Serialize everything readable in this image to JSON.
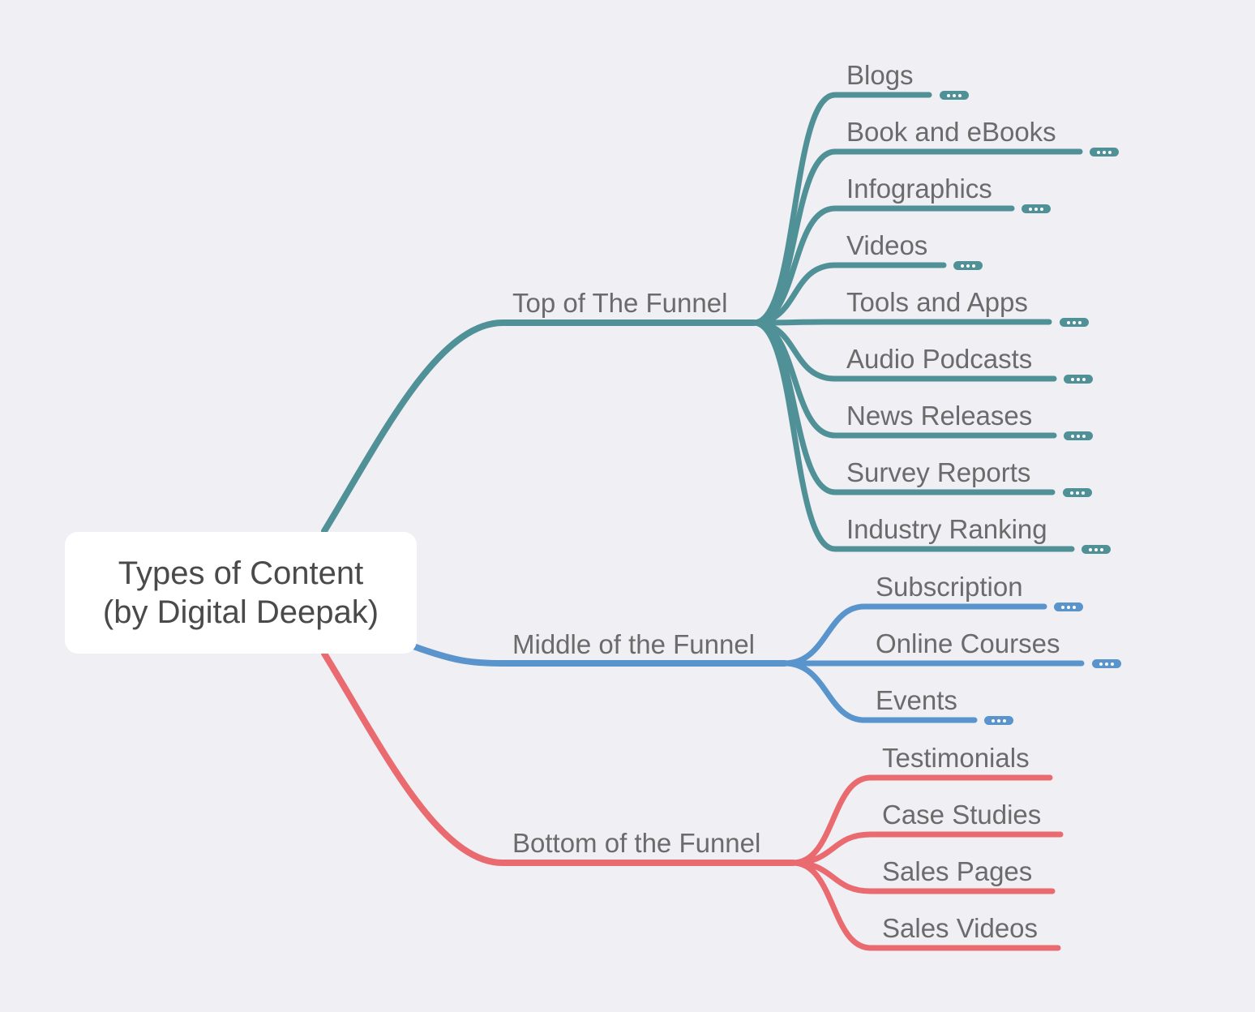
{
  "root": {
    "line1": "Types of Content",
    "line2": "(by Digital Deepak)"
  },
  "colors": {
    "background": "#efeff4",
    "top": "#4f9196",
    "middle": "#5a94cc",
    "bottom": "#e96b70"
  },
  "branches": {
    "top": {
      "label": "Top of The Funnel",
      "children": [
        {
          "label": "Blogs",
          "collapsed": true
        },
        {
          "label": "Book and eBooks",
          "collapsed": true
        },
        {
          "label": "Infographics",
          "collapsed": true
        },
        {
          "label": "Videos",
          "collapsed": true
        },
        {
          "label": "Tools and Apps",
          "collapsed": true
        },
        {
          "label": "Audio Podcasts",
          "collapsed": true
        },
        {
          "label": "News Releases",
          "collapsed": true
        },
        {
          "label": "Survey Reports",
          "collapsed": true
        },
        {
          "label": "Industry Ranking",
          "collapsed": true
        }
      ]
    },
    "middle": {
      "label": "Middle of the Funnel",
      "children": [
        {
          "label": "Subscription",
          "collapsed": true
        },
        {
          "label": "Online Courses",
          "collapsed": true
        },
        {
          "label": "Events",
          "collapsed": true
        }
      ]
    },
    "bottom": {
      "label": "Bottom of the Funnel",
      "children": [
        {
          "label": "Testimonials",
          "collapsed": false
        },
        {
          "label": "Case Studies",
          "collapsed": false
        },
        {
          "label": "Sales Pages",
          "collapsed": false
        },
        {
          "label": "Sales Videos",
          "collapsed": false
        }
      ]
    }
  }
}
